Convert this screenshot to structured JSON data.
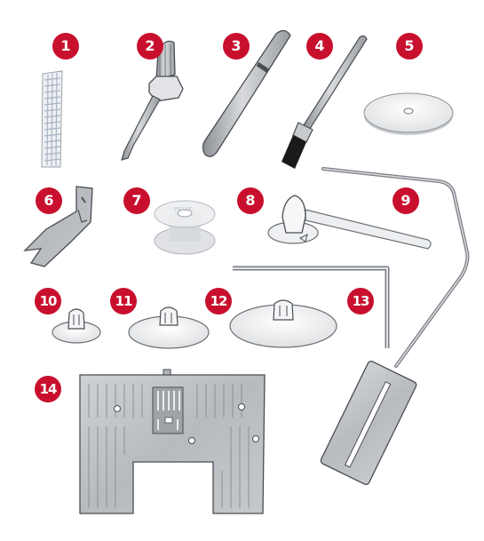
{
  "accessory_items": [
    {
      "number": "1",
      "icon": "fabric-strip-icon"
    },
    {
      "number": "2",
      "icon": "screwdriver-icon"
    },
    {
      "number": "3",
      "icon": "stylus-icon"
    },
    {
      "number": "4",
      "icon": "lint-brush-icon"
    },
    {
      "number": "5",
      "icon": "felt-pad-icon"
    },
    {
      "number": "6",
      "icon": "multipurpose-tool-icon"
    },
    {
      "number": "7",
      "icon": "bobbin-icon"
    },
    {
      "number": "8",
      "icon": "auxiliary-spool-pin-icon"
    },
    {
      "number": "9",
      "icon": "thread-guide-arm-icon"
    },
    {
      "number": "10",
      "icon": "spool-cap-small-icon"
    },
    {
      "number": "11",
      "icon": "spool-cap-medium-icon"
    },
    {
      "number": "12",
      "icon": "spool-cap-large-icon"
    },
    {
      "number": "13",
      "icon": "edge-guide-icon"
    },
    {
      "number": "14",
      "icon": "stitch-plate-icon"
    }
  ],
  "bobbin_brand_text": "PFAFF",
  "colors": {
    "badge": "#c8102e",
    "metal": "#b9bcc0",
    "outline": "#4a4d52"
  }
}
